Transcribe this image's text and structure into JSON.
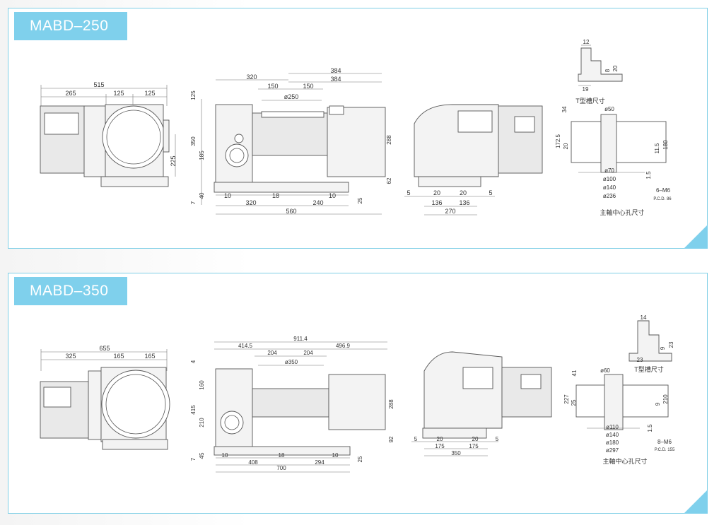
{
  "models": [
    {
      "title": "MABD–250",
      "front": {
        "d_total": "515",
        "d_left": "265",
        "d_mid": "125",
        "d_right": "125",
        "d_h": "225"
      },
      "side": {
        "d_384a": "384",
        "d_320": "320",
        "d_384b": "384",
        "d_150a": "150",
        "d_150b": "150",
        "d_phi": "ø250",
        "d_125": "125",
        "d_350": "350",
        "d_185": "185",
        "d_288": "288",
        "d_62": "62",
        "d_40": "40",
        "d_7": "7",
        "d_10a": "10",
        "d_18": "18",
        "d_10b": "10",
        "d_320b": "320",
        "d_240": "240",
        "d_25": "25",
        "d_560": "560"
      },
      "back": {
        "d_5a": "5",
        "d_20a": "20",
        "d_20b": "20",
        "d_5b": "5",
        "d_136a": "136",
        "d_136b": "136",
        "d_270": "270"
      },
      "tslot": {
        "w_top": "12",
        "h_a": "8",
        "h_b": "20",
        "w_bot": "19",
        "caption": "T型槽尺寸"
      },
      "spindle": {
        "h_34": "34",
        "h_172": "172.5",
        "h_20": "20",
        "d_50": "ø50",
        "d_11": "11.5",
        "d_180": "180",
        "d_15": "1.5",
        "d_70": "ø70",
        "d_100": "ø100",
        "d_140": "ø140",
        "d_236": "ø236",
        "m6": "6–M6",
        "pcd": "P.C.D. 86",
        "caption": "主軸中心孔尺寸"
      }
    },
    {
      "title": "MABD–350",
      "front": {
        "d_total": "655",
        "d_left": "325",
        "d_mid": "165",
        "d_right": "165"
      },
      "side": {
        "d_911": "911.4",
        "d_414": "414.5",
        "d_496": "496.9",
        "d_204a": "204",
        "d_204b": "204",
        "d_phi": "ø350",
        "d_4": "4",
        "d_160": "160",
        "d_415": "415",
        "d_210": "210",
        "d_288": "288",
        "d_92": "92",
        "d_45": "45",
        "d_7": "7",
        "d_10a": "10",
        "d_18": "18",
        "d_10b": "10",
        "d_408": "408",
        "d_294": "294",
        "d_25": "25",
        "d_700": "700"
      },
      "back": {
        "d_5a": "5",
        "d_20a": "20",
        "d_20b": "20",
        "d_5b": "5",
        "d_175a": "175",
        "d_175b": "175",
        "d_350": "350"
      },
      "tslot": {
        "w_top": "14",
        "h_a": "9",
        "h_b": "23",
        "w_bot": "23",
        "caption": "T型槽尺寸"
      },
      "spindle": {
        "h_41": "41",
        "h_227": "227",
        "h_25": "25",
        "d_60": "ø60",
        "d_9": "9",
        "d_210": "210",
        "d_15": "1.5",
        "d_110": "ø110",
        "d_140": "ø140",
        "d_180": "ø180",
        "d_297": "ø297",
        "m6": "8–M6",
        "pcd": "P.C.D. 155",
        "caption": "主軸中心孔尺寸"
      }
    }
  ],
  "colors": {
    "accent": "#7fd0ec",
    "border": "#7fcfe6"
  }
}
